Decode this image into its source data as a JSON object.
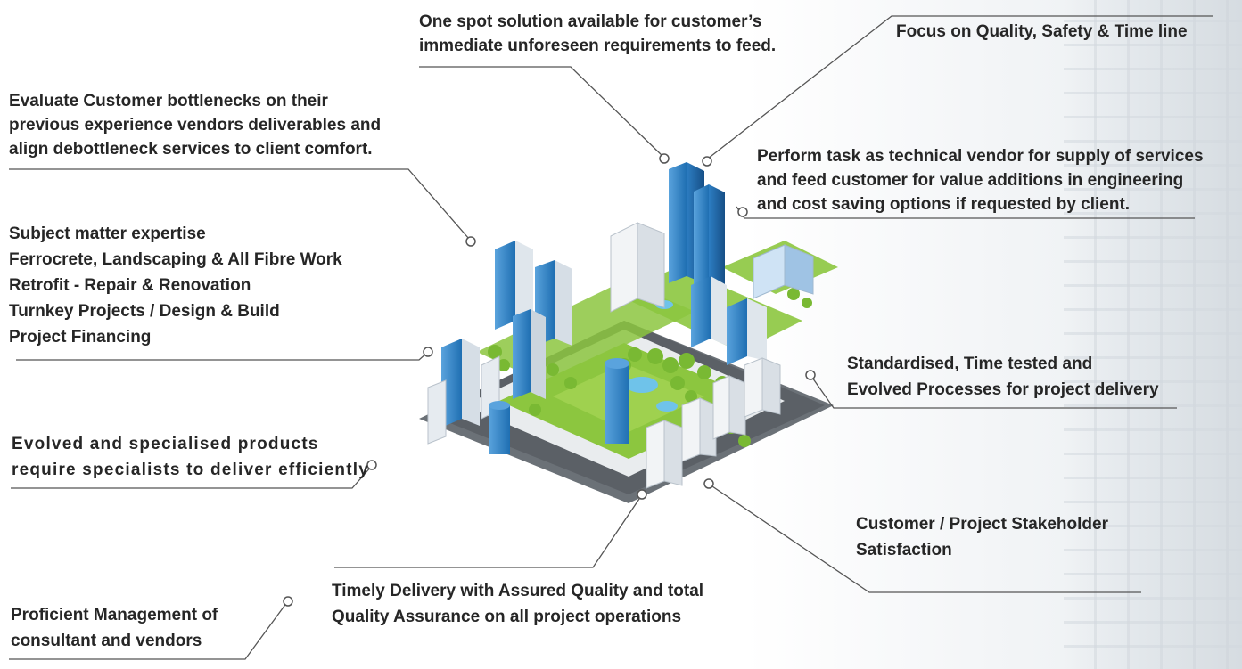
{
  "callouts": {
    "one_spot": "One spot solution available for customer’s\nimmediate unforeseen requirements to feed.",
    "focus": "Focus on Quality, Safety & Time line",
    "evaluate": "Evaluate Customer bottlenecks on their\nprevious experience vendors deliverables and\nalign debottleneck services to client comfort.",
    "perform": "Perform task as technical vendor for supply of services\nand feed customer for value additions in engineering\nand cost saving options if requested by client.",
    "expertise": "Subject matter expertise\nFerrocrete, Landscaping & All Fibre Work\nRetrofit - Repair & Renovation\nTurnkey Projects / Design & Build\nProject Financing",
    "standardised": "Standardised, Time tested and\nEvolved Processes for project delivery",
    "evolved": "Evolved and specialised products\nrequire specialists to deliver efficiently",
    "stakeholder": "Customer / Project Stakeholder\nSatisfaction",
    "timely": "Timely Delivery with Assured Quality and total\nQuality Assurance on all project operations",
    "proficient": "Proficient Management of\nconsultant and vendors"
  },
  "colors": {
    "connector": "#555555",
    "building_blue": "#1f6fb2",
    "grass": "#8cc63f",
    "road": "#5b6066"
  },
  "illustration": "isometric-city-icon"
}
